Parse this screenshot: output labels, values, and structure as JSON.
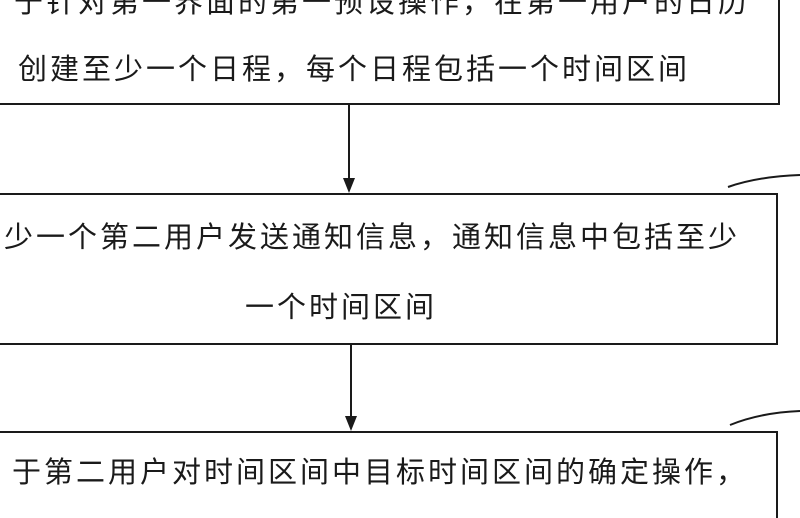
{
  "steps": [
    {
      "lines": [
        "于针对第一界面的第一预设操作，在第一用户的日历",
        "创建至少一个日程，每个日程包括一个时间区间"
      ]
    },
    {
      "lines": [
        "少一个第二用户发送通知信息，通知信息中包括至少",
        "一个时间区间"
      ]
    },
    {
      "lines": [
        "于第二用户对时间区间中目标时间区间的确定操作，"
      ]
    }
  ]
}
